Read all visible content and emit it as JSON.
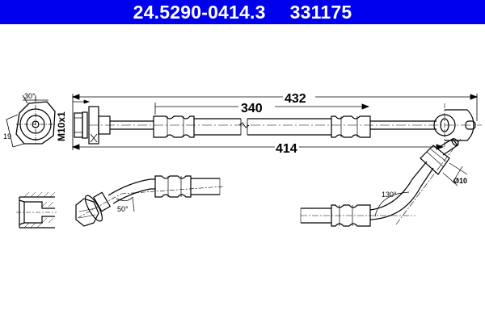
{
  "header": {
    "part_number": "24.5290-0414.3",
    "ref_number": "331175",
    "background_color": "#0000ee",
    "text_color": "#ffffff"
  },
  "drawing": {
    "title": "Brake hose technical drawing",
    "dimensions": {
      "overall_length": "432",
      "hose_length": "340",
      "fitting_length": "414",
      "thread": "M10x1",
      "fitting_angle": "30°",
      "wrench_size": "19",
      "bend_angle_left": "50°",
      "bend_angle_right": "130°",
      "diameter": "Ø10"
    },
    "line_color": "#000000"
  }
}
